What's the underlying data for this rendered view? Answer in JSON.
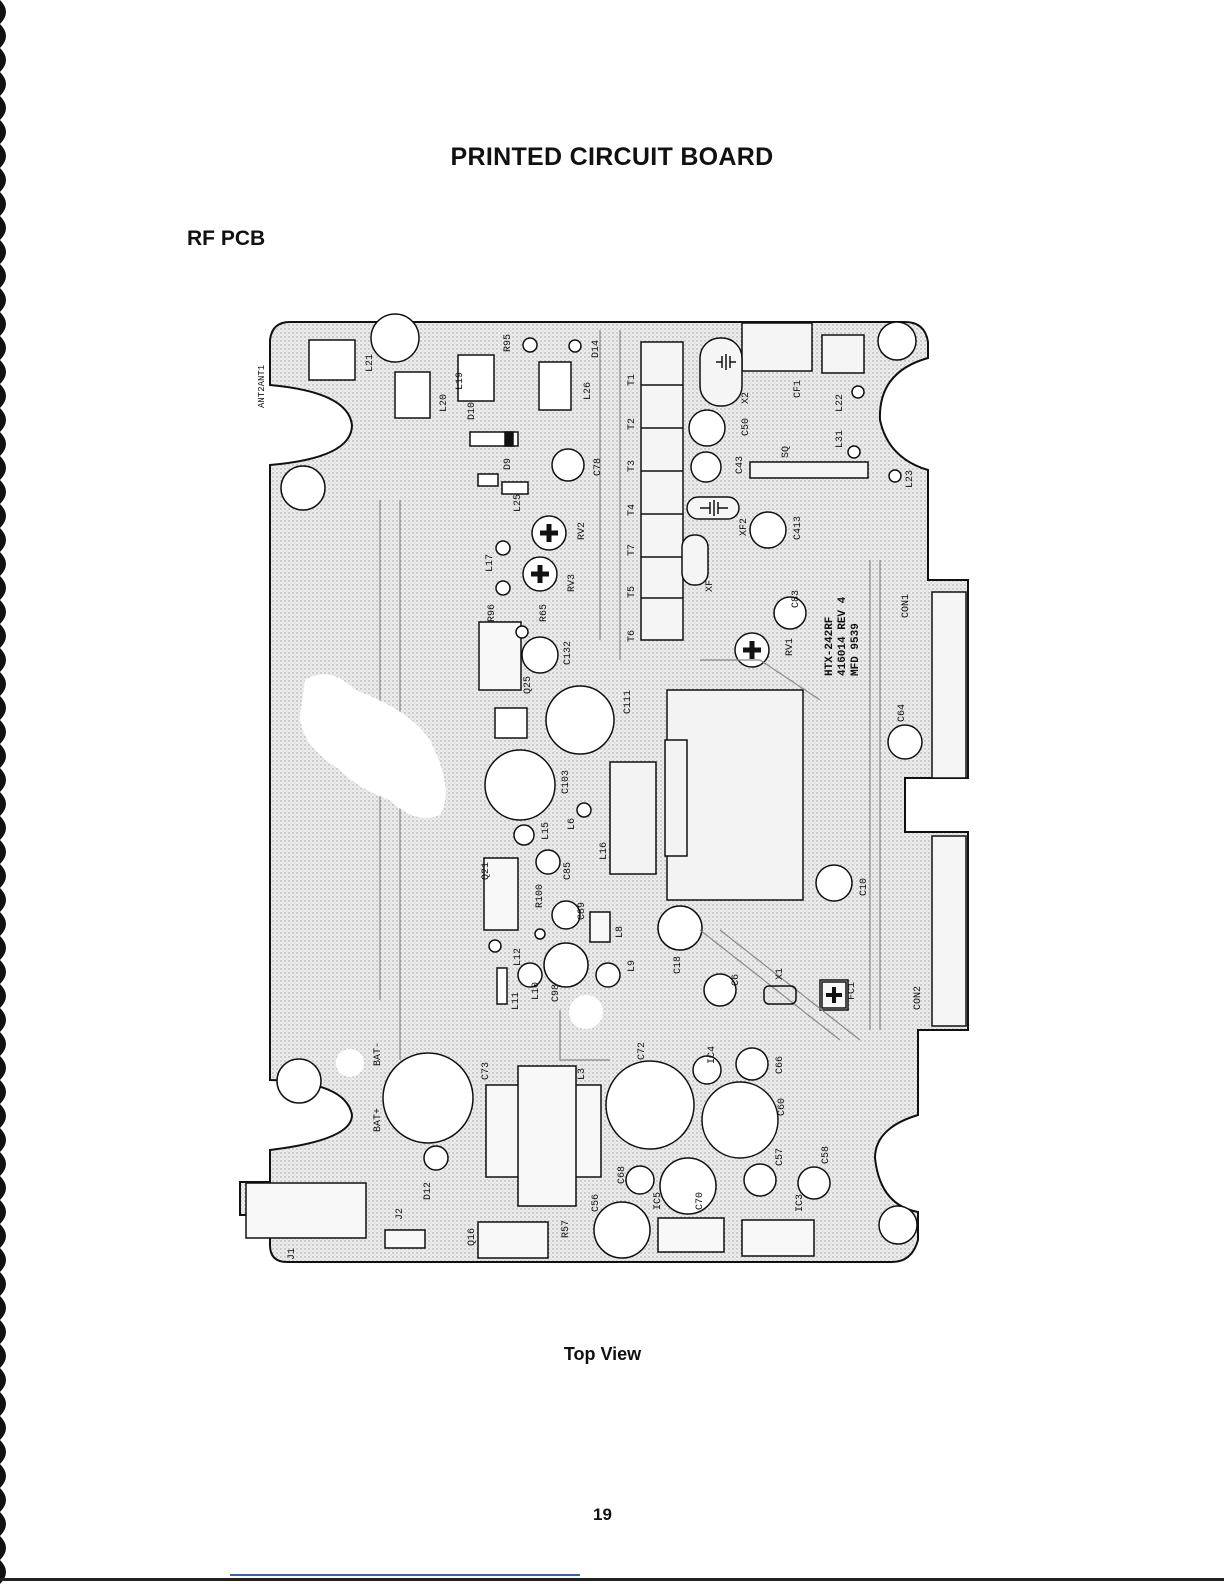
{
  "page": {
    "title": "PRINTED CIRCUIT BOARD",
    "section": "RF PCB",
    "caption": "Top View",
    "page_number": "19"
  },
  "board": {
    "marking": [
      "HTX-242RF",
      "416014 REV 4",
      "MFD 9539"
    ],
    "antenna_label": "ANT2ANT1",
    "components": [
      "L21",
      "R95",
      "D14",
      "L20",
      "L19",
      "L26",
      "D10",
      "D9",
      "L25",
      "C78",
      "RV2",
      "L17",
      "RV3",
      "R96",
      "R65",
      "C132",
      "Q25",
      "C111",
      "C103",
      "L6",
      "L16",
      "L15",
      "C85",
      "Q21",
      "R100",
      "C89",
      "L8",
      "L12",
      "L9",
      "L11",
      "L10",
      "C98",
      "C18",
      "C6",
      "X1",
      "FC1",
      "BAT-",
      "BAT+",
      "C73",
      "L3",
      "C72",
      "IC4",
      "C66",
      "C60",
      "D12",
      "C68",
      "C57",
      "C58",
      "J2",
      "J1",
      "Q16",
      "R57",
      "C56",
      "IC5",
      "C70",
      "IC3",
      "T1",
      "T2",
      "T3",
      "T4",
      "T7",
      "T5",
      "T6",
      "X2",
      "CF1",
      "L22",
      "L31",
      "C50",
      "C43",
      "SQ",
      "L23",
      "XF2",
      "C413",
      "XF",
      "C83",
      "RV1",
      "CON1",
      "C64",
      "C10",
      "CON2"
    ]
  },
  "colors": {
    "ink": "#111111",
    "board_fill": "#e9e9e9"
  }
}
